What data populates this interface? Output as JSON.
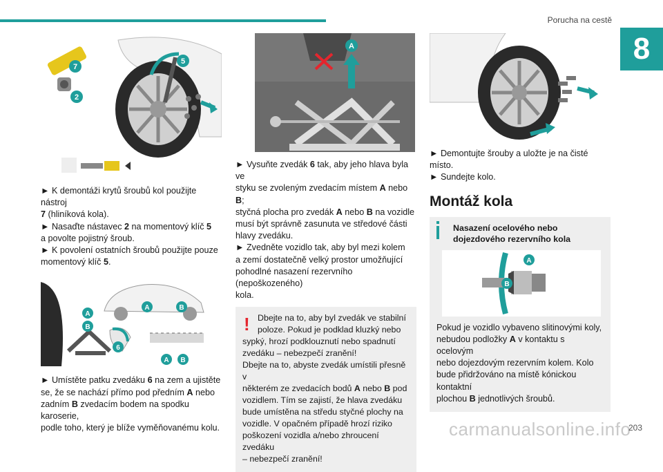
{
  "header": {
    "title": "Porucha na cestě",
    "chapter": "8",
    "page_number": "203"
  },
  "watermark": "carmanualsonline.info",
  "col1": {
    "fig1_labels": {
      "tool": "7",
      "adapter": "2",
      "wrench": "5"
    },
    "p1_line1": "► K demontáži krytů šroubů kol použijte nástroj",
    "p1_b1": "7",
    "p1_t1": " (hliníková kola).",
    "p2_a": "► Nasaďte nástavec ",
    "p2_b1": "2",
    "p2_c": " na momentový klíč ",
    "p2_b2": "5",
    "p2_d": "a povolte pojistný šroub.",
    "p3_a": "► K povolení ostatních šroubů použijte pouze",
    "p3_b": "momentový klíč ",
    "p3_b1": "5",
    "p3_c": ".",
    "fig2_labels": {
      "a": "A",
      "b": "B",
      "a2": "A",
      "b2": "B",
      "jackA": "A",
      "jackB": "B",
      "jack": "6"
    },
    "p4_a": "► Umístěte patku zvedáku ",
    "p4_b1": "6",
    "p4_c": " na zem a ujistěte",
    "p4_d": "se, že se nachází přímo pod předním ",
    "p4_b2": "A",
    "p4_e": " nebo",
    "p4_f": "zadním ",
    "p4_b3": "B",
    "p4_g": " zvedacím bodem na spodku karoserie,",
    "p4_h": "podle toho, který je blíže vyměňovanému kolu."
  },
  "col2": {
    "fig_label": "A",
    "p1_a": "► Vysuňte zvedák ",
    "p1_b1": "6",
    "p1_c": " tak, aby jeho hlava byla ve",
    "p1_d": "styku se zvoleným zvedacím místem ",
    "p1_b2": "A",
    "p1_e": " nebo ",
    "p1_b3": "B",
    "p1_f": ";",
    "p1_g": "styčná plocha pro zvedák ",
    "p1_b4": "A",
    "p1_h": " nebo ",
    "p1_b5": "B",
    "p1_i": " na vozidle",
    "p1_j": "musí být správně zasunuta ve středové části",
    "p1_k": "hlavy zvedáku.",
    "p2_a": "► Zvedněte vozidlo tak, aby byl mezi kolem",
    "p2_b": "a zemí dostatečně velký prostor umožňující",
    "p2_c": "pohodlné nasazení rezervního (nepoškozeného)",
    "p2_d": "kola.",
    "warn_mark": "!",
    "w1": "Dbejte na to, aby byl zvedák ve stabilní",
    "w2": "poloze. Pokud je podklad kluzký nebo",
    "w3": "sypký, hrozí podklouznutí nebo spadnutí",
    "w4": "zvedáku – nebezpečí zranění!",
    "w5": "Dbejte na to, abyste zvedák umístili přesně v",
    "w6a": "některém ze zvedacích bodů ",
    "w6b": "A",
    "w6c": " nebo ",
    "w6d": "B",
    "w6e": " pod",
    "w7": "vozidlem. Tím se zajistí, že hlava zvedáku",
    "w8": "bude umístěna na středu styčné plochy na",
    "w9": "vozidle. V opačném případě hrozí riziko",
    "w10": "poškození vozidla a/nebo zhroucení zvedáku",
    "w11": "– nebezpečí zranění!"
  },
  "col3": {
    "p1": "► Demontujte šrouby a uložte je na čisté místo.",
    "p2": "► Sundejte kolo.",
    "heading": "Montáž kola",
    "info_title_1": "Nasazení ocelového nebo",
    "info_title_2": "dojezdového rezervního kola",
    "fig_labels": {
      "a": "A",
      "b": "B"
    },
    "i1": "Pokud je vozidlo vybaveno slitinovými koly,",
    "i2a": "nebudou podložky ",
    "i2b": "A",
    "i2c": " v kontaktu s ocelovým",
    "i3": "nebo dojezdovým rezervním kolem. Kolo",
    "i4": "bude přidržováno na místě kónickou kontaktní",
    "i5a": "plochou ",
    "i5b": "B",
    "i5c": " jednotlivých šroubů."
  }
}
